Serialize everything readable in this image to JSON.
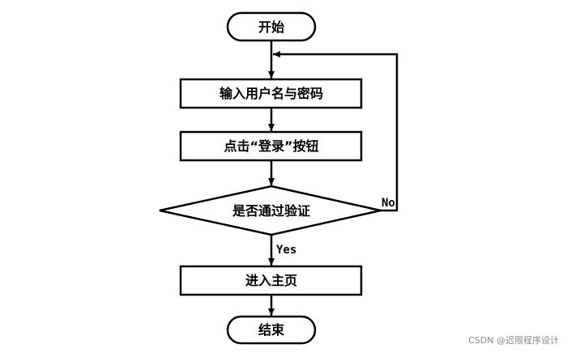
{
  "diagram": {
    "nodes": {
      "start": "开始",
      "input": "输入用户名与密码",
      "click": "点击“登录”按钮",
      "decision": "是否通过验证",
      "home": "进入主页",
      "end": "结束"
    },
    "edges": {
      "yes_label": "Yes",
      "no_label": "No"
    }
  },
  "watermark": "CSDN @迟限程序设计",
  "colors": {
    "stroke": "#000000",
    "fill": "#ffffff",
    "watermark": "#8a8a8a"
  }
}
